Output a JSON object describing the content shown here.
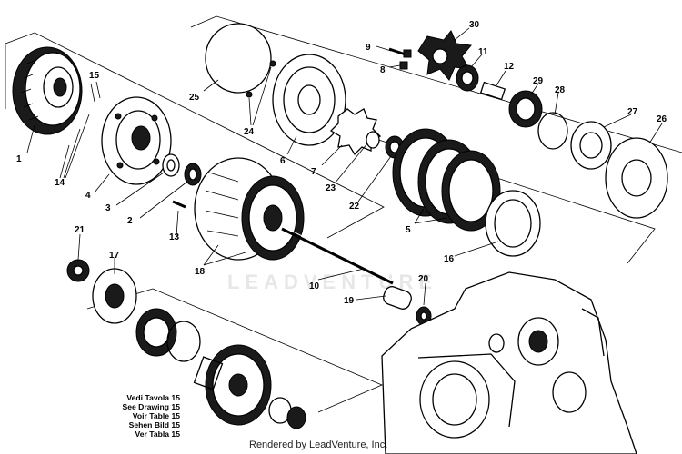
{
  "diagram": {
    "callouts": [
      {
        "id": "c1",
        "text": "1"
      },
      {
        "id": "c2",
        "text": "2"
      },
      {
        "id": "c3",
        "text": "3"
      },
      {
        "id": "c4",
        "text": "4"
      },
      {
        "id": "c5",
        "text": "5"
      },
      {
        "id": "c6",
        "text": "6"
      },
      {
        "id": "c7",
        "text": "7"
      },
      {
        "id": "c8",
        "text": "8"
      },
      {
        "id": "c9",
        "text": "9"
      },
      {
        "id": "c10",
        "text": "10"
      },
      {
        "id": "c11",
        "text": "11"
      },
      {
        "id": "c12",
        "text": "12"
      },
      {
        "id": "c13",
        "text": "13"
      },
      {
        "id": "c14",
        "text": "14"
      },
      {
        "id": "c15",
        "text": "15"
      },
      {
        "id": "c16",
        "text": "16"
      },
      {
        "id": "c17",
        "text": "17"
      },
      {
        "id": "c18",
        "text": "18"
      },
      {
        "id": "c19",
        "text": "19"
      },
      {
        "id": "c20",
        "text": "20"
      },
      {
        "id": "c21",
        "text": "21"
      },
      {
        "id": "c22",
        "text": "22"
      },
      {
        "id": "c23",
        "text": "23"
      },
      {
        "id": "c24",
        "text": "24"
      },
      {
        "id": "c25",
        "text": "25"
      },
      {
        "id": "c26",
        "text": "26"
      },
      {
        "id": "c27",
        "text": "27"
      },
      {
        "id": "c28",
        "text": "28"
      },
      {
        "id": "c29",
        "text": "29"
      },
      {
        "id": "c30",
        "text": "30"
      }
    ],
    "reference_note": [
      "Vedi Tavola 15",
      "See Drawing 15",
      "Voir Table 15",
      "Sehen Bild 15",
      "Ver Tabla 15"
    ],
    "credit": "Rendered by LeadVenture, Inc.",
    "watermark": "LEADVENTURE"
  }
}
